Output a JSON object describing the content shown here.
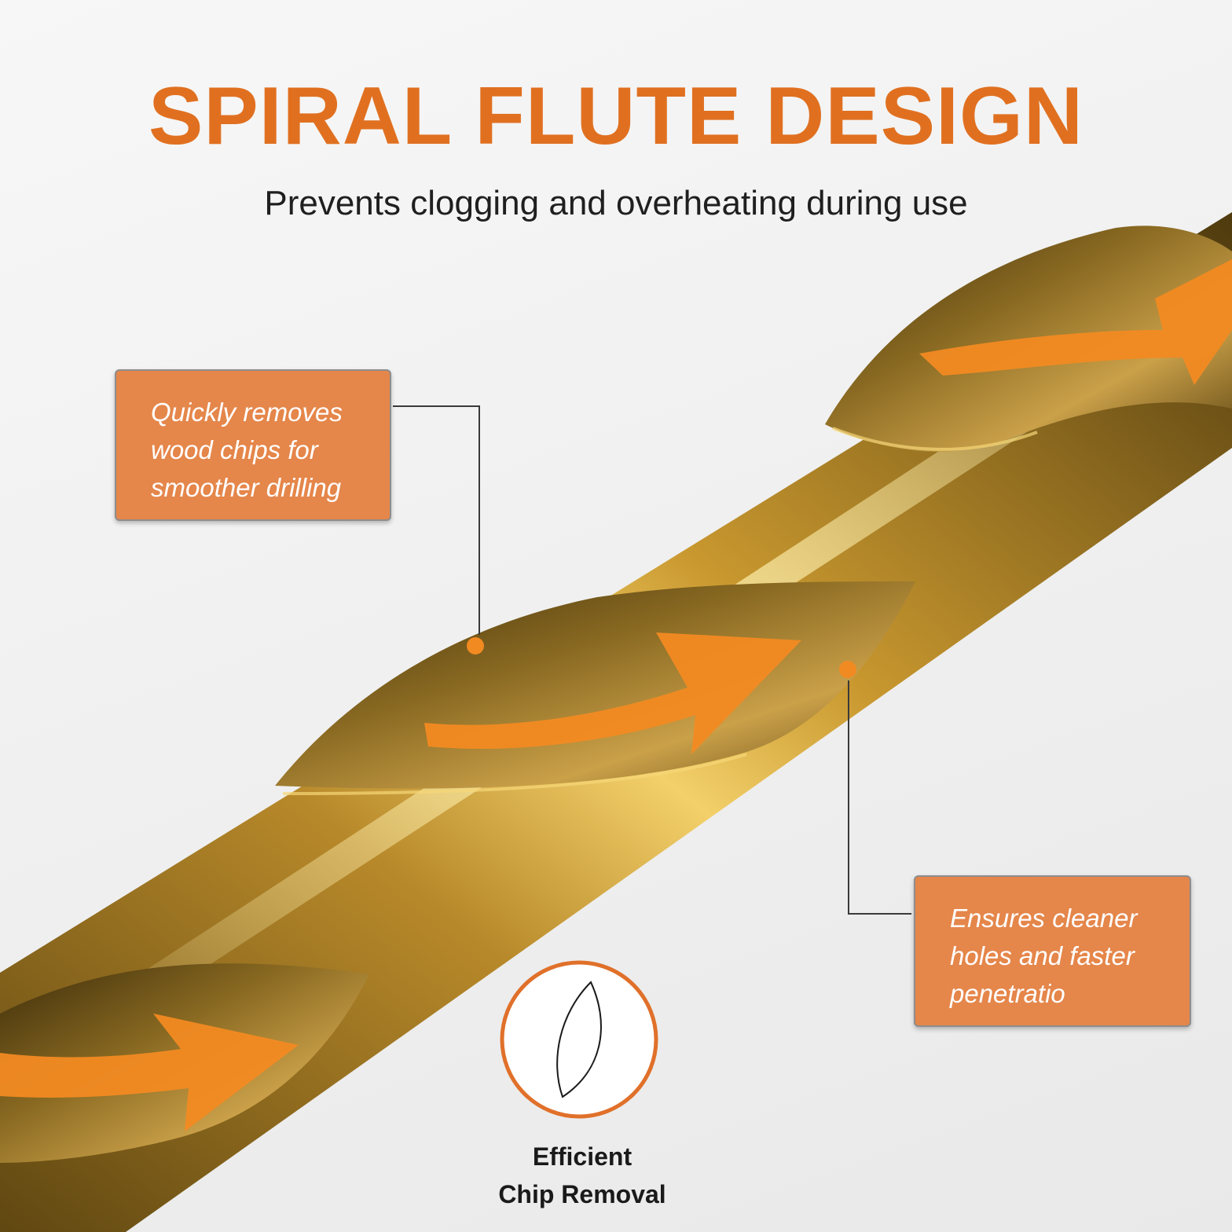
{
  "title": "SPIRAL FLUTE DESIGN",
  "subtitle": "Prevents clogging and overheating during use",
  "callouts": {
    "left": [
      "Quickly removes",
      "wood chips for",
      "smoother drilling"
    ],
    "right": [
      "Ensures cleaner",
      "holes and faster",
      "penetratio"
    ]
  },
  "feature": {
    "icon": "chip-icon",
    "label": [
      "Efficient",
      "Chip Removal"
    ]
  },
  "colors": {
    "accent": "#e07020",
    "callout_bg": "#e5864a",
    "arrow": "#f28a22",
    "gold": "#c89a2c"
  }
}
